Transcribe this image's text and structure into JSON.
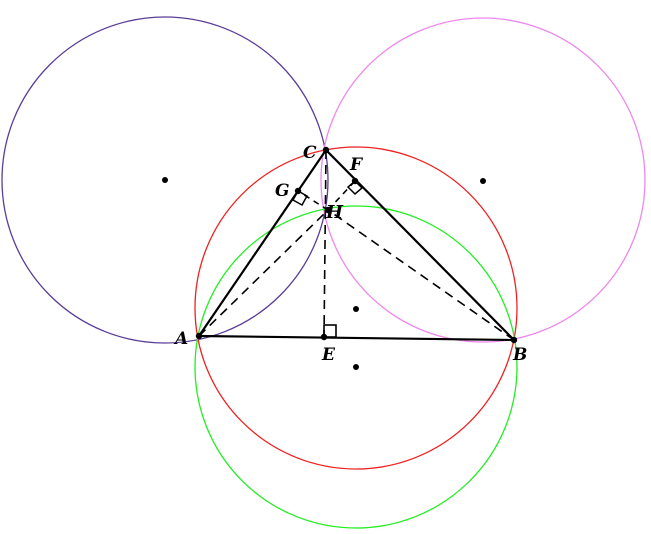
{
  "diagram": {
    "labels": {
      "A": "A",
      "B": "B",
      "C": "C",
      "E": "E",
      "F": "F",
      "G": "G",
      "H": "H"
    },
    "colors": {
      "triangle": "#000000",
      "circle_purple": "#5a3d99",
      "circle_pink": "#ee88ee",
      "circle_red": "#ee2222",
      "circle_green": "#22ee22",
      "orthocenter_label": "#dd0000"
    }
  }
}
